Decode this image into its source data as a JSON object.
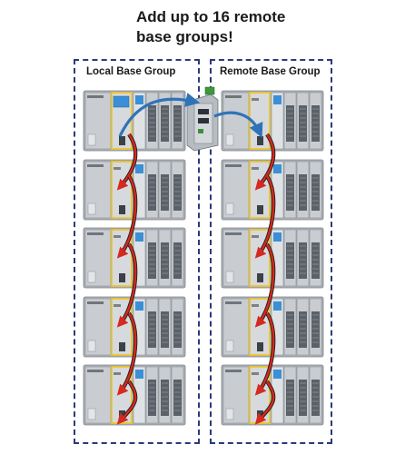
{
  "headline": {
    "line1": "Add up to 16 remote",
    "line2": "base groups!"
  },
  "groups": [
    {
      "title": "Local Base Group",
      "racks": 5
    },
    {
      "title": "Remote Base Group",
      "racks": 5
    }
  ],
  "colors": {
    "box_border": "#2c3a7a",
    "module_gray": "#c9cdd2",
    "chassis_gray": "#aeb3b9",
    "cable_blue": "#2e73b8",
    "cable_red": "#d42a1f",
    "highlight_yellow": "#f2c418",
    "screen_blue": "#3b8fd6"
  },
  "icons": {
    "gateway": "ethernet-gateway-icon",
    "cpu": "cpu-module-icon",
    "io": "io-module-icon",
    "power": "power-supply-icon"
  }
}
